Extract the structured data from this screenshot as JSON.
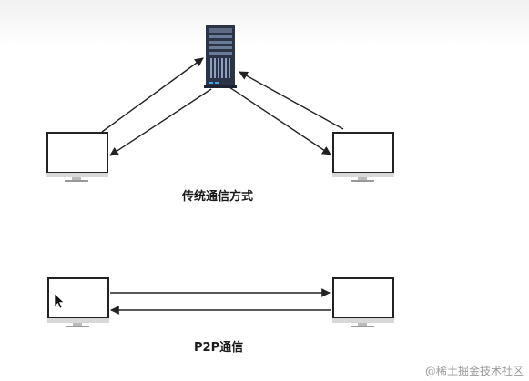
{
  "diagrams": {
    "traditional": {
      "caption": "传统通信方式"
    },
    "p2p": {
      "caption": "P2P通信"
    }
  },
  "watermark": "@稀土掘金技术社区"
}
